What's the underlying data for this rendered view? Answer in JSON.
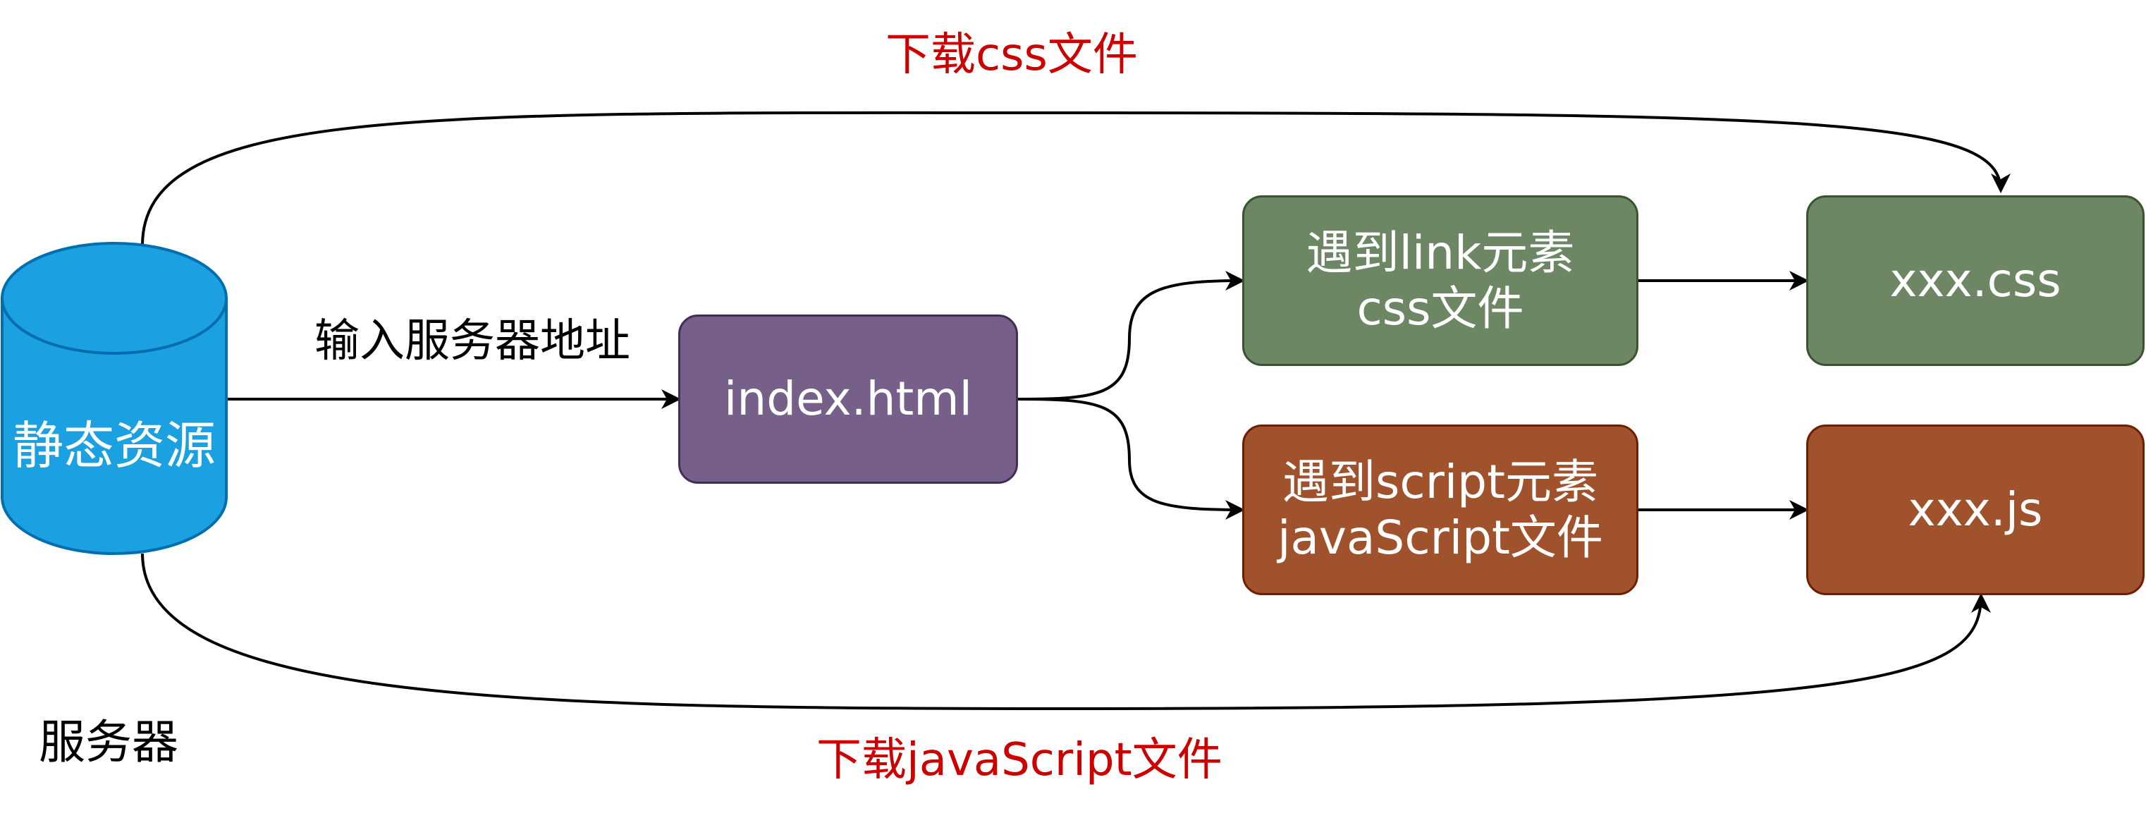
{
  "colors": {
    "database_fill": "#1ba1e2",
    "database_stroke": "#006eaf",
    "html_fill": "#76608a",
    "html_stroke": "#432d57",
    "css_fill": "#6d8764",
    "css_stroke": "#3a5431",
    "js_fill": "#a0522d",
    "js_stroke": "#6d1f00",
    "download_label": "#cc0000",
    "text_dark": "#000000",
    "text_light": "#ffffff"
  },
  "database": {
    "label": "静态资源"
  },
  "server_label": "服务器",
  "edges": {
    "input_address": "输入服务器地址",
    "download_css": "下载css文件",
    "download_js": "下载javaScript文件"
  },
  "nodes": {
    "index_html": "index.html",
    "link_element": {
      "line1": "遇到link元素",
      "line2": "css文件"
    },
    "script_element": {
      "line1": "遇到script元素",
      "line2": "javaScript文件"
    },
    "css_file": "xxx.css",
    "js_file": "xxx.js"
  }
}
